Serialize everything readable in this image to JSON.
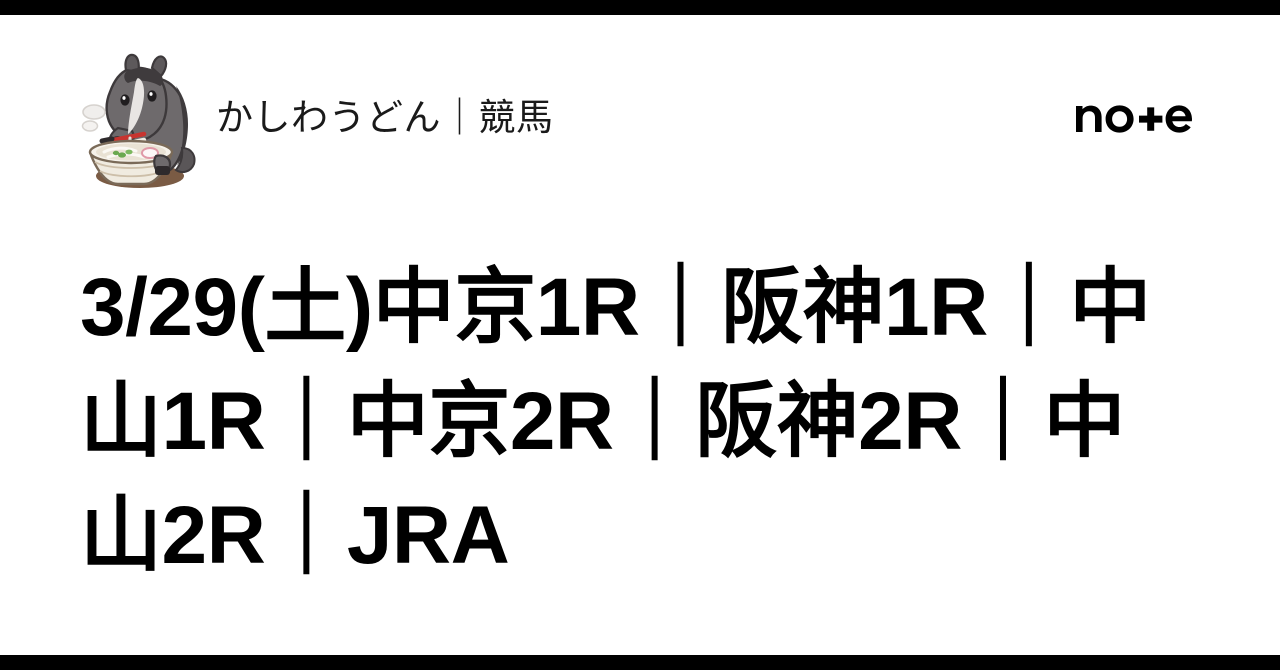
{
  "card": {
    "background_color": "#ffffff",
    "bar_color": "#000000"
  },
  "header": {
    "avatar_alt": "horse-eating-udon-avatar",
    "author_name": "かしわうどん｜競馬",
    "brand": {
      "name": "note",
      "color": "#000000"
    }
  },
  "main": {
    "title": "3/29(土)中京1R｜阪神1R｜中山1R｜中京2R｜阪神2R｜中山2R｜JRA"
  }
}
